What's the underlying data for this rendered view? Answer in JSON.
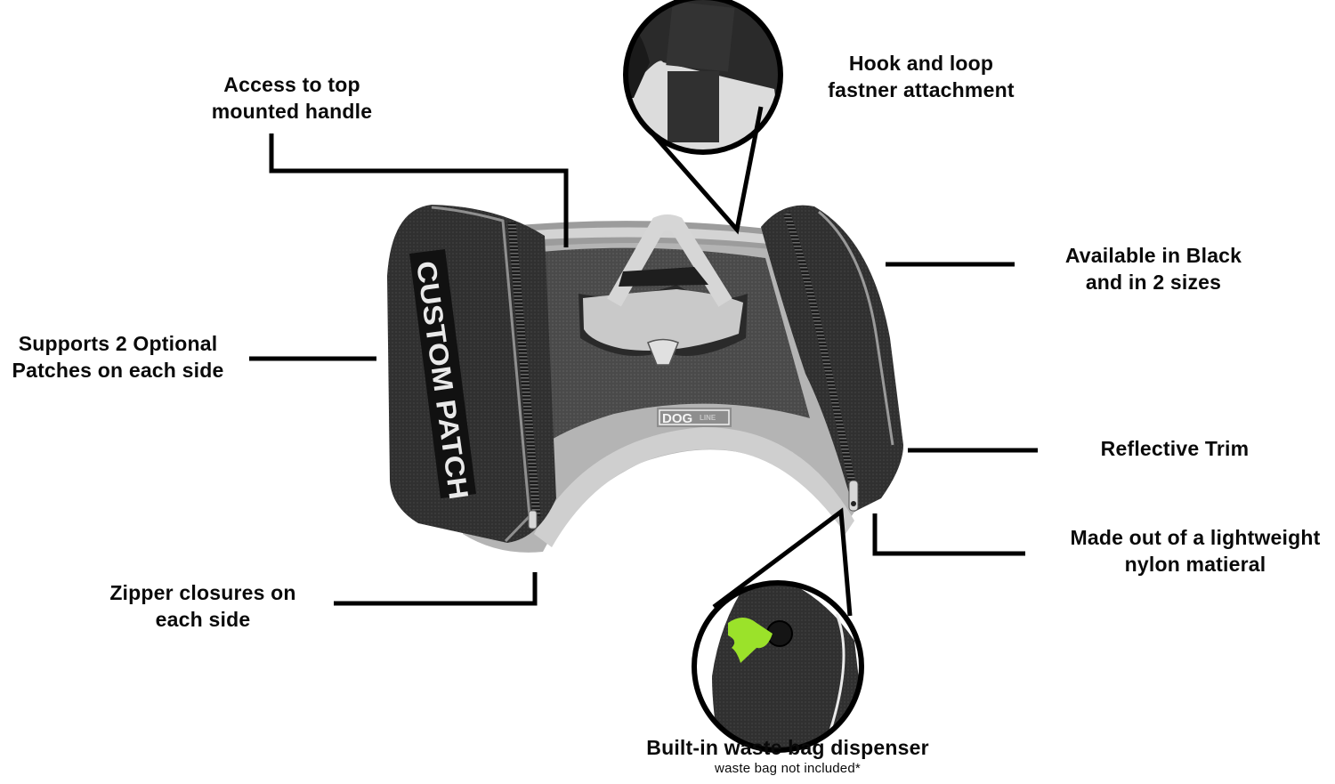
{
  "product": {
    "patch_text": "CUSTOM PATCH",
    "logo_primary": "DOG",
    "logo_secondary": "LINE",
    "waste_bag_color": "#9be22a",
    "body_color": "#2f2f2f",
    "trim_color": "#b8b8b8"
  },
  "callouts": [
    {
      "id": "handle",
      "lines": [
        "Access to top",
        "mounted handle"
      ]
    },
    {
      "id": "hook-loop",
      "lines": [
        "Hook and loop",
        "fastner attachment"
      ]
    },
    {
      "id": "patches",
      "lines": [
        "Supports 2 Optional",
        "Patches on each side"
      ]
    },
    {
      "id": "colors-sizes",
      "lines": [
        "Available in Black",
        "and in 2 sizes"
      ]
    },
    {
      "id": "reflective",
      "lines": [
        "Reflective Trim"
      ]
    },
    {
      "id": "material",
      "lines": [
        "Made out of a lightweight",
        "nylon matieral"
      ]
    },
    {
      "id": "zipper",
      "lines": [
        "Zipper closures on",
        "each side"
      ]
    },
    {
      "id": "waste-bag",
      "lines": [
        "Built-in waste bag dispenser"
      ],
      "note": "waste bag not included*"
    }
  ]
}
